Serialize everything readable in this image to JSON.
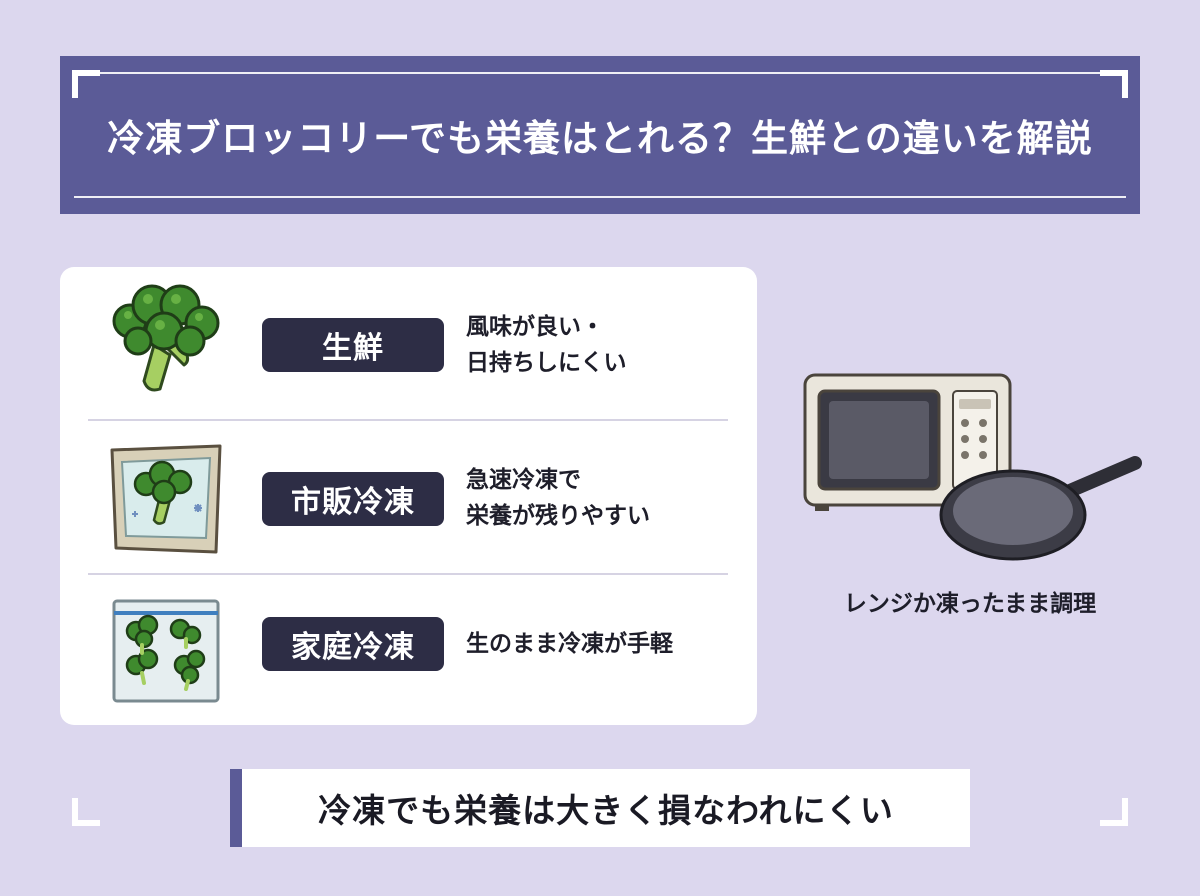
{
  "title": "冷凍ブロッコリーでも栄養はとれる？生鮮との違いを解説",
  "rows": [
    {
      "badge": "生鮮",
      "desc": [
        "風味が良い・",
        "日持ちしにくい"
      ],
      "icon": "fresh-broccoli-icon"
    },
    {
      "badge": "市販冷凍",
      "desc": [
        "急速冷凍で",
        "栄養が残りやすい"
      ],
      "icon": "frozen-package-icon"
    },
    {
      "badge": "家庭冷凍",
      "desc": [
        "生のまま冷凍が手軽"
      ],
      "icon": "freezer-bag-icon"
    }
  ],
  "appliance_caption": "レンジか凍ったまま調理",
  "summary": "冷凍でも栄養は大きく損なわれにくい",
  "colors": {
    "background": "#dcd7ee",
    "banner": "#5b5b97",
    "badge": "#2d2d45",
    "card": "#ffffff",
    "broccoli": "#3f8a2e"
  }
}
